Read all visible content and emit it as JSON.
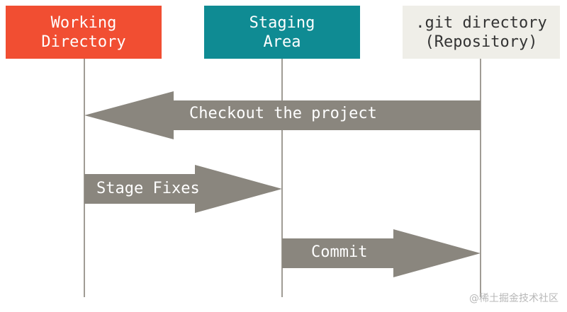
{
  "boxes": {
    "working_directory": "Working\nDirectory",
    "staging_area": "Staging\nArea",
    "git_directory": ".git directory\n(Repository)"
  },
  "arrows": {
    "checkout": "Checkout the project",
    "stage": "Stage Fixes",
    "commit": "Commit"
  },
  "watermark": "@稀土掘金技术社区",
  "colors": {
    "working_directory": "#f14e32",
    "staging_area": "#0f8b93",
    "git_directory": "#efeee8",
    "arrow": "#8a867e",
    "line": "#a09c95"
  }
}
